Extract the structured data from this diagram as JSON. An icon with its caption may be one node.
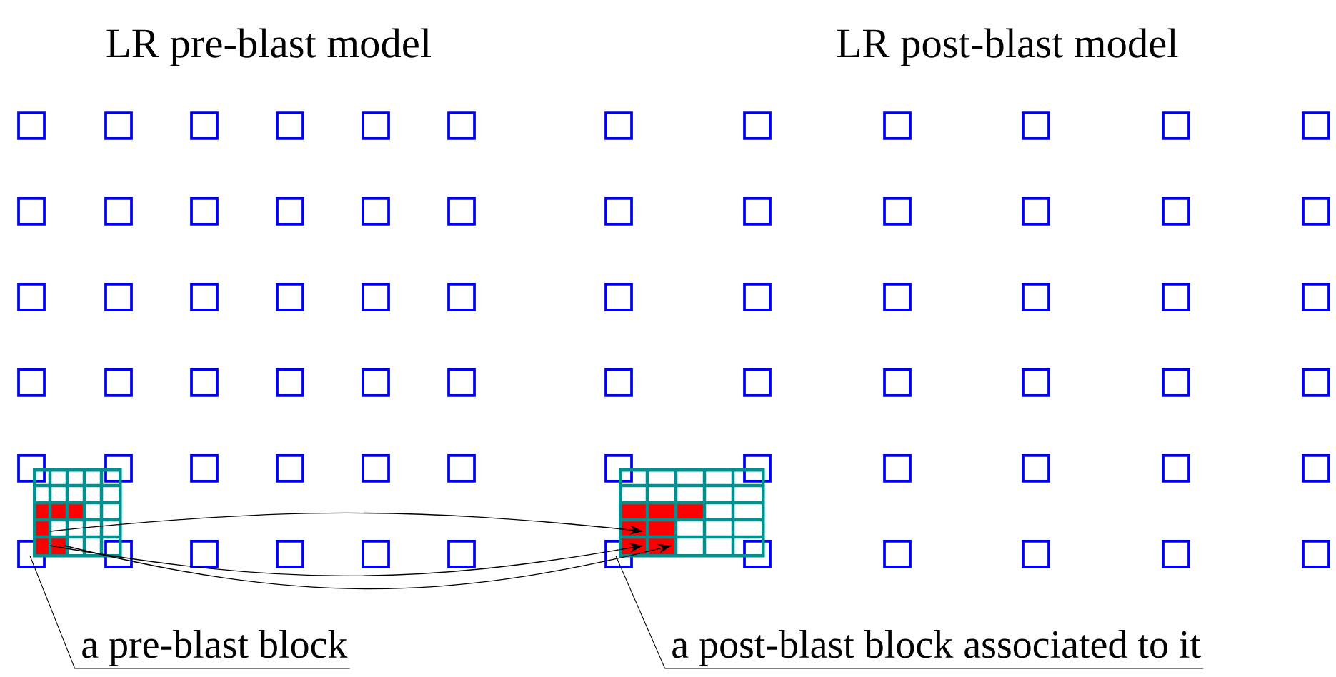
{
  "diagram": {
    "nodes": [
      {
        "text": [
          "a pre-blast block"
        ]
      },
      {
        "text": [],
        "shape": "box"
      },
      {
        "text": [
          "a post-blast block associated to it"
        ]
      },
      {
        "text": [],
        "shape": "box"
      }
    ],
    "edges": [
      {
        "from": 0,
        "to": 1,
        "arrow": "none"
      },
      {
        "from": 2,
        "to": 3,
        "arrow": "none"
      },
      {
        "from": 1,
        "to": 3,
        "arrow": "to"
      },
      {
        "from": 1,
        "to": 3,
        "arrow": "to"
      },
      {
        "from": 1,
        "to": 3,
        "arrow": "to"
      }
    ],
    "labels": [
      "LR pre-blast model",
      "LR post-blast model"
    ]
  }
}
